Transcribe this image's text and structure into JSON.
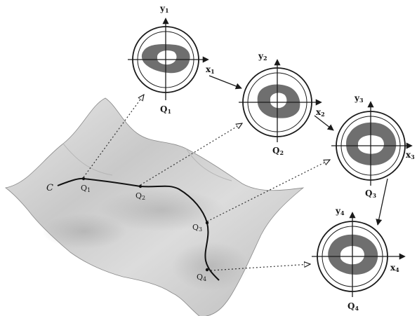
{
  "curve": {
    "label": "C",
    "points": [
      {
        "label": "Q",
        "sub": "1"
      },
      {
        "label": "Q",
        "sub": "2"
      },
      {
        "label": "Q",
        "sub": "3"
      },
      {
        "label": "Q",
        "sub": "4"
      }
    ]
  },
  "charts": [
    {
      "name": "Q",
      "name_sub": "1",
      "x_label": "x",
      "x_sub": "1",
      "y_label": "y",
      "y_sub": "1"
    },
    {
      "name": "Q",
      "name_sub": "2",
      "x_label": "x",
      "x_sub": "2",
      "y_label": "y",
      "y_sub": "2"
    },
    {
      "name": "Q",
      "name_sub": "3",
      "x_label": "x",
      "x_sub": "3",
      "y_label": "y",
      "y_sub": "3"
    },
    {
      "name": "Q",
      "name_sub": "4",
      "x_label": "x",
      "x_sub": "4",
      "y_label": "y",
      "y_sub": "4"
    }
  ],
  "colors": {
    "surface": "#d2d2d2",
    "blob": "#6f6f6f",
    "ink": "#1a1a1a"
  }
}
